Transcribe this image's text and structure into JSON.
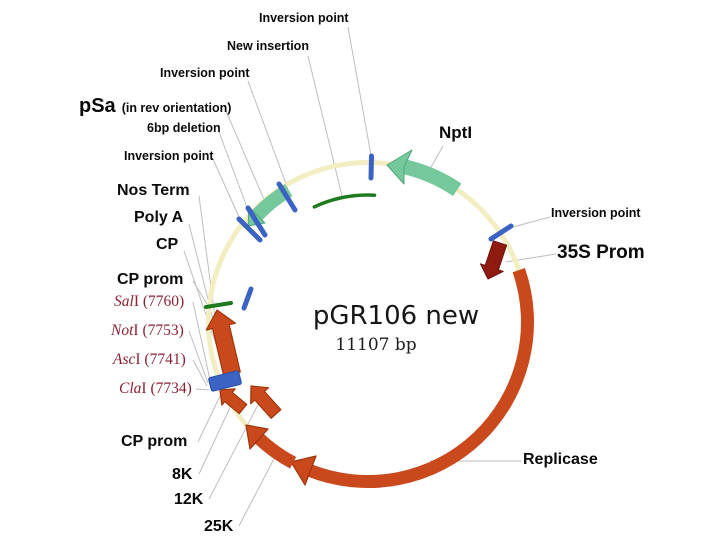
{
  "palette": {
    "backbone": "#F2EEC2",
    "gene_red": "#C9491D",
    "gene_red_edge": "#A03509",
    "maroon": "#8E1A10",
    "teal": "#74C89C",
    "teal_edge": "#4EA778",
    "blue": "#3A63C4",
    "green": "#1E7A1E",
    "leader": "#BEBEBE",
    "label": "#0A0A0A",
    "rsite": "#8B2232"
  },
  "title": {
    "name": "pGR106 new",
    "size": "11107 bp"
  },
  "labels": {
    "inv_top": "Inversion point",
    "new_insertion": "New insertion",
    "inv_upper": "Inversion point",
    "psa": "pSa",
    "psa_note": "(in rev orientation)",
    "deletion": "6bp deletion",
    "inv_left": "Inversion point",
    "nos_term": "Nos Term",
    "poly_a": "Poly A",
    "cp": "CP",
    "cp_prom_upper": "CP prom",
    "cp_prom_lower": "CP prom",
    "k8": "8K",
    "k12": "12K",
    "k25": "25K",
    "replicase": "Replicase",
    "prom_35s": "35S Prom",
    "inv_right": "Inversion point",
    "npt1": "NptI"
  },
  "restriction_sites": [
    {
      "enzyme": "Sal",
      "rest": "I (7760)"
    },
    {
      "enzyme": "Not",
      "rest": "I (7753)"
    },
    {
      "enzyme": "Asc",
      "rest": "I (7741)"
    },
    {
      "enzyme": "Cla",
      "rest": "I (7734)"
    }
  ]
}
